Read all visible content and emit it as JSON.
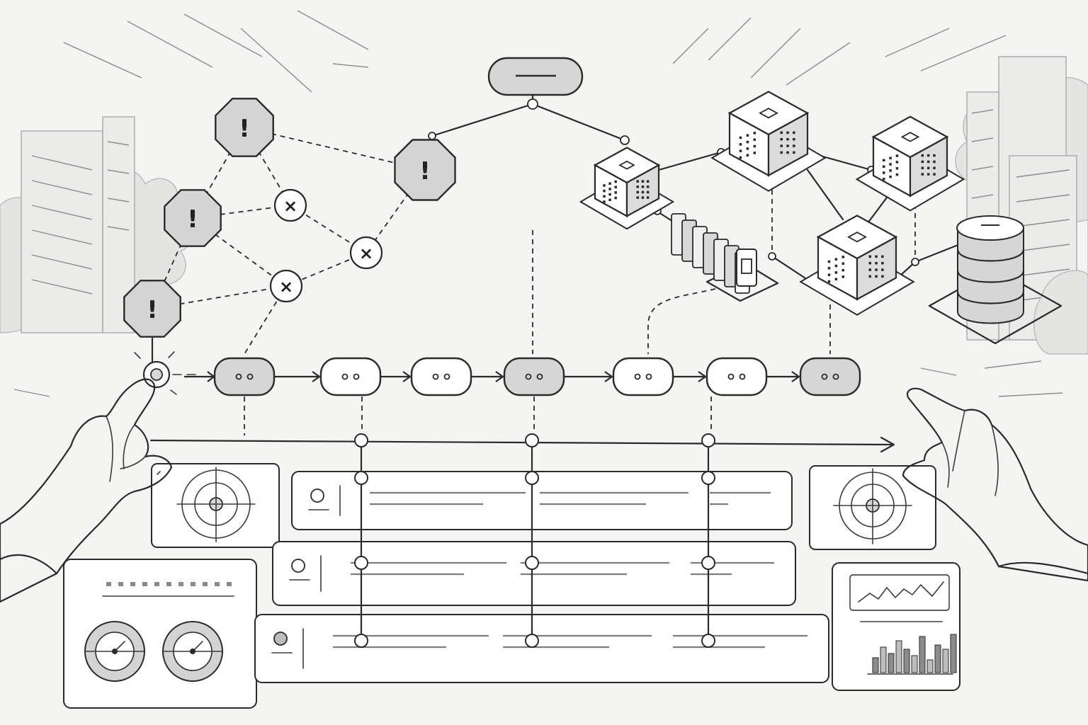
{
  "scene": {
    "background": "#f4f4f3",
    "ink": "#2a2a2a",
    "node_fill_light": "#ffffff",
    "node_fill_grey": "#d6d6d6"
  },
  "alert_nodes": [
    {
      "glyph": "!",
      "icon": "warning-octagon-icon"
    },
    {
      "glyph": "!",
      "icon": "warning-octagon-icon"
    },
    {
      "glyph": "!",
      "icon": "warning-octagon-icon"
    },
    {
      "glyph": "!",
      "icon": "warning-octagon-icon"
    }
  ],
  "failed_nodes": [
    {
      "glyph": "×",
      "icon": "x-circle-icon"
    },
    {
      "glyph": "×",
      "icon": "x-circle-icon"
    },
    {
      "glyph": "×",
      "icon": "x-circle-icon"
    }
  ],
  "pipeline_steps": [
    {
      "icon": "dots-pill-icon",
      "state": "highlighted"
    },
    {
      "icon": "dots-pill-icon",
      "state": "normal"
    },
    {
      "icon": "dots-pill-icon",
      "state": "normal"
    },
    {
      "icon": "dots-pill-icon",
      "state": "highlighted"
    },
    {
      "icon": "dots-pill-icon",
      "state": "normal"
    },
    {
      "icon": "dots-pill-icon",
      "state": "normal"
    },
    {
      "icon": "dots-pill-icon",
      "state": "highlighted"
    }
  ],
  "infrastructure": {
    "root_node_icon": "pill-node-icon",
    "servers": [
      "server-cube-icon",
      "server-cube-icon",
      "server-cube-icon",
      "server-cube-icon"
    ],
    "storage_icon": "database-icon",
    "rack_icon": "blade-rack-icon"
  },
  "dashboard_rows": 3,
  "mini_bar_chart": [
    0.35,
    0.6,
    0.45,
    0.75,
    0.55,
    0.4,
    0.85,
    0.3,
    0.65,
    0.55,
    0.9
  ]
}
